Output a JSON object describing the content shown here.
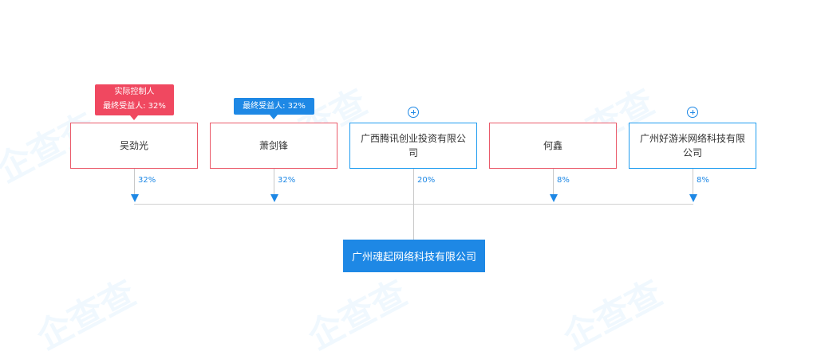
{
  "watermark": "企查查",
  "shareholders": [
    {
      "name": "吴劲光",
      "percent": "32%",
      "kind": "person"
    },
    {
      "name": "萧剑锋",
      "percent": "32%",
      "kind": "person"
    },
    {
      "name": "广西腾讯创业投资有限公司",
      "percent": "20%",
      "kind": "company"
    },
    {
      "name": "何鑫",
      "percent": "8%",
      "kind": "person"
    },
    {
      "name": "广州好游米网络科技有限公司",
      "percent": "8%",
      "kind": "company"
    }
  ],
  "tags": {
    "controller_line1": "实际控制人",
    "controller_line2": "最终受益人: 32%",
    "beneficiary": "最终受益人: 32%"
  },
  "target_company": "广州魂起网络科技有限公司",
  "colors": {
    "person_border": "#ea5a6a",
    "company_border": "#1e9cf0",
    "accent": "#1e88e5",
    "controller_tag": "#f04860"
  },
  "icons": [
    "expand-plus-icon",
    "arrow-down-icon"
  ]
}
